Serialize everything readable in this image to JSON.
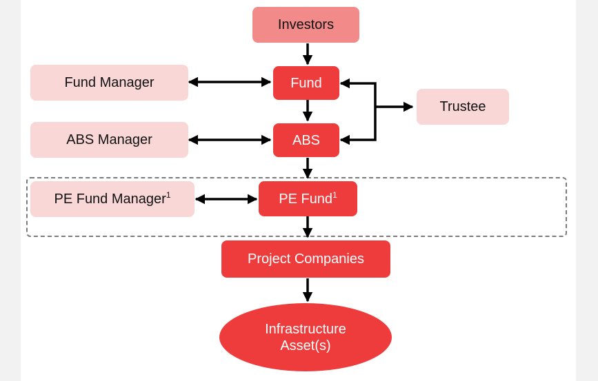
{
  "diagram": {
    "investors": "Investors",
    "fund": "Fund",
    "fund_manager": "Fund Manager",
    "trustee": "Trustee",
    "abs": "ABS",
    "abs_manager": "ABS Manager",
    "pe_fund": "PE Fund",
    "pe_fund_footnote": "1",
    "pe_fund_manager": "PE Fund Manager",
    "pe_fund_manager_footnote": "1",
    "project_companies": "Project Companies",
    "infrastructure_line1": "Infrastructure",
    "infrastructure_line2": "Asset(s)"
  },
  "colors": {
    "light_pink": "#f9d7d7",
    "red": "#ee3b3b",
    "salmon": "#f38a8a",
    "arrow": "#000000",
    "dashed_border": "#7a7a7a"
  }
}
